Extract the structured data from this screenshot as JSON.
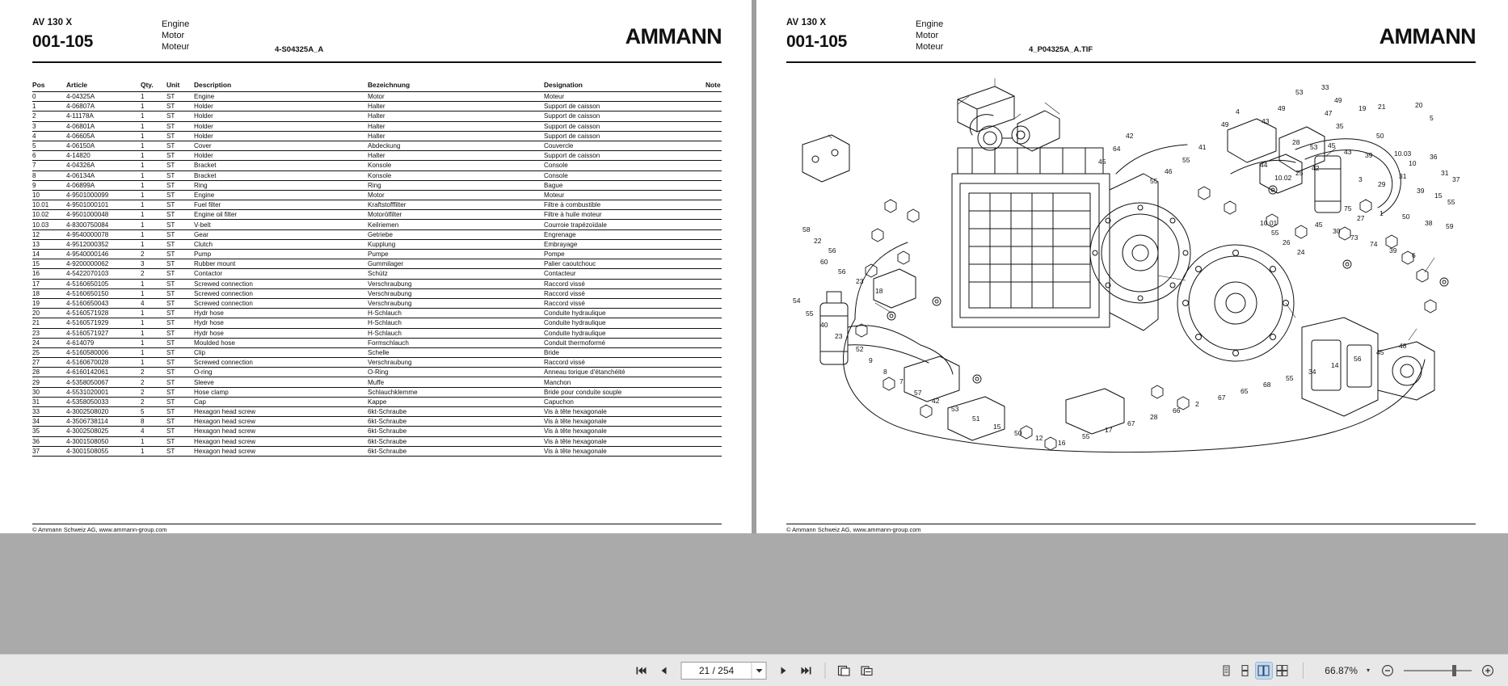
{
  "document": {
    "left_page": {
      "header": {
        "model": "AV 130 X",
        "code": "001-105",
        "subject_en": "Engine",
        "subject_de": "Motor",
        "subject_fr": "Moteur",
        "file_ref": "4-S04325A_A",
        "logo": "AMMANN"
      },
      "table": {
        "headers": [
          "Pos",
          "Article",
          "Qty.",
          "Unit",
          "Description",
          "Bezeichnung",
          "Designation",
          "Note"
        ],
        "rows": [
          [
            "0",
            "4-04325A",
            "1",
            "ST",
            "Engine",
            "Motor",
            "Moteur",
            ""
          ],
          [
            "1",
            "4-06807A",
            "1",
            "ST",
            "Holder",
            "Halter",
            "Support de caisson",
            ""
          ],
          [
            "2",
            "4-11178A",
            "1",
            "ST",
            "Holder",
            "Halter",
            "Support de caisson",
            ""
          ],
          [
            "3",
            "4-06801A",
            "1",
            "ST",
            "Holder",
            "Halter",
            "Support de caisson",
            ""
          ],
          [
            "4",
            "4-06605A",
            "1",
            "ST",
            "Holder",
            "Halter",
            "Support de caisson",
            ""
          ],
          [
            "5",
            "4-06150A",
            "1",
            "ST",
            "Cover",
            "Abdeckung",
            "Couvercle",
            ""
          ],
          [
            "6",
            "4-14820",
            "1",
            "ST",
            "Holder",
            "Halter",
            "Support de caisson",
            ""
          ],
          [
            "7",
            "4-04326A",
            "1",
            "ST",
            "Bracket",
            "Konsole",
            "Console",
            ""
          ],
          [
            "8",
            "4-06134A",
            "1",
            "ST",
            "Bracket",
            "Konsole",
            "Console",
            ""
          ],
          [
            "9",
            "4-06899A",
            "1",
            "ST",
            "Ring",
            "Ring",
            "Bague",
            ""
          ],
          [
            "10",
            "4-9501000099",
            "1",
            "ST",
            "Engine",
            "Motor",
            "Moteur",
            ""
          ],
          [
            "10.01",
            "4-9501000101",
            "1",
            "ST",
            "Fuel filter",
            "Kraftstofffilter",
            "Filtre à combustible",
            ""
          ],
          [
            "10.02",
            "4-9501000048",
            "1",
            "ST",
            "Engine oil filter",
            "Motorölfilter",
            "Filtre à huile moteur",
            ""
          ],
          [
            "10.03",
            "4-8300750084",
            "1",
            "ST",
            "V-belt",
            "Keilriemen",
            "Courroie trapézoïdale",
            ""
          ],
          [
            "12",
            "4-9540000078",
            "1",
            "ST",
            "Gear",
            "Getriebe",
            "Engrenage",
            ""
          ],
          [
            "13",
            "4-9512000352",
            "1",
            "ST",
            "Clutch",
            "Kupplung",
            "Embrayage",
            ""
          ],
          [
            "14",
            "4-9540000146",
            "2",
            "ST",
            "Pump",
            "Pumpe",
            "Pompe",
            ""
          ],
          [
            "15",
            "4-9200000062",
            "3",
            "ST",
            "Rubber mount",
            "Gummilager",
            "Palier caoutchouc",
            ""
          ],
          [
            "16",
            "4-5422070103",
            "2",
            "ST",
            "Contactor",
            "Schütz",
            "Contacteur",
            ""
          ],
          [
            "17",
            "4-5160650105",
            "1",
            "ST",
            "Screwed connection",
            "Verschraubung",
            "Raccord vissé",
            ""
          ],
          [
            "18",
            "4-5160650150",
            "1",
            "ST",
            "Screwed connection",
            "Verschraubung",
            "Raccord vissé",
            ""
          ],
          [
            "19",
            "4-5160650043",
            "4",
            "ST",
            "Screwed connection",
            "Verschraubung",
            "Raccord vissé",
            ""
          ],
          [
            "20",
            "4-5160571928",
            "1",
            "ST",
            "Hydr hose",
            "H-Schlauch",
            "Conduite hydraulique",
            ""
          ],
          [
            "21",
            "4-5160571929",
            "1",
            "ST",
            "Hydr hose",
            "H-Schlauch",
            "Conduite hydraulique",
            ""
          ],
          [
            "23",
            "4-5160571927",
            "1",
            "ST",
            "Hydr hose",
            "H-Schlauch",
            "Conduite hydraulique",
            ""
          ],
          [
            "24",
            "4-614079",
            "1",
            "ST",
            "Moulded hose",
            "Formschlauch",
            "Conduit thermoformé",
            ""
          ],
          [
            "25",
            "4-5160580006",
            "1",
            "ST",
            "Clip",
            "Schelle",
            "Bride",
            ""
          ],
          [
            "27",
            "4-5160670028",
            "1",
            "ST",
            "Screwed connection",
            "Verschraubung",
            "Raccord vissé",
            ""
          ],
          [
            "28",
            "4-6160142061",
            "2",
            "ST",
            "O-ring",
            "O-Ring",
            "Anneau torique d'étanchéité",
            ""
          ],
          [
            "29",
            "4-5358050067",
            "2",
            "ST",
            "Sleeve",
            "Muffe",
            "Manchon",
            ""
          ],
          [
            "30",
            "4-5531020001",
            "2",
            "ST",
            "Hose clamp",
            "Schlauchklemme",
            "Bride pour conduite souple",
            ""
          ],
          [
            "31",
            "4-5358050033",
            "2",
            "ST",
            "Cap",
            "Kappe",
            "Capuchon",
            ""
          ],
          [
            "33",
            "4-3002508020",
            "5",
            "ST",
            "Hexagon head screw",
            "6kt-Schraube",
            "Vis à tête hexagonale",
            ""
          ],
          [
            "34",
            "4-3506738114",
            "8",
            "ST",
            "Hexagon head screw",
            "6kt-Schraube",
            "Vis à tête hexagonale",
            ""
          ],
          [
            "35",
            "4-3002508025",
            "4",
            "ST",
            "Hexagon head screw",
            "6kt-Schraube",
            "Vis à tête hexagonale",
            ""
          ],
          [
            "36",
            "4-3001508050",
            "1",
            "ST",
            "Hexagon head screw",
            "6kt-Schraube",
            "Vis à tête hexagonale",
            ""
          ],
          [
            "37",
            "4-3001508055",
            "1",
            "ST",
            "Hexagon head screw",
            "6kt-Schraube",
            "Vis à tête hexagonale",
            ""
          ]
        ]
      },
      "footer": "© Ammann Schweiz AG, www.ammann-group.com"
    },
    "right_page": {
      "header": {
        "model": "AV 130 X",
        "code": "001-105",
        "subject_en": "Engine",
        "subject_de": "Motor",
        "subject_fr": "Moteur",
        "file_ref": "4_P04325A_A.TIF",
        "logo": "AMMANN"
      },
      "diagram": {
        "title": "exploded-engine-assembly",
        "callouts": [
          "33",
          "49",
          "47",
          "35",
          "19",
          "21",
          "20",
          "5",
          "53",
          "49",
          "43",
          "4",
          "49",
          "28",
          "53",
          "45",
          "43",
          "39",
          "50",
          "10.03",
          "10",
          "36",
          "31",
          "37",
          "44",
          "10.02",
          "25",
          "42",
          "3",
          "29",
          "31",
          "39",
          "15",
          "55",
          "75",
          "27",
          "1",
          "50",
          "38",
          "59",
          "45",
          "30",
          "73",
          "74",
          "39",
          "6",
          "10.01",
          "55",
          "26",
          "24",
          "41",
          "55",
          "46",
          "55",
          "42",
          "64",
          "45",
          "60",
          "56",
          "23",
          "18",
          "58",
          "22",
          "56",
          "54",
          "55",
          "40",
          "23",
          "52",
          "9",
          "8",
          "7",
          "57",
          "42",
          "53",
          "51",
          "15",
          "50",
          "12",
          "16",
          "55",
          "17",
          "67",
          "28",
          "66",
          "2",
          "67",
          "65",
          "68",
          "55",
          "34",
          "14",
          "56",
          "45",
          "48"
        ]
      },
      "footer": "© Ammann Schweiz AG, www.ammann-group.com"
    }
  },
  "toolbar": {
    "first_page_label": "first-page",
    "previous_page_label": "previous-page",
    "page_value": "21 / 254",
    "page_placeholder": "21 / 254",
    "current_page": "21",
    "total_pages": "254",
    "next_page_label": "next-page",
    "last_page_label": "last-page",
    "zoom_value": "66.87%",
    "zoom_out_label": "−",
    "zoom_in_label": "+",
    "view_modes": [
      "single-page",
      "continuous-scroll",
      "two-page-spread",
      "two-page-scroll"
    ],
    "active_view_mode": "two-page-spread"
  },
  "colors": {
    "page_background": "#ffffff",
    "app_background": "#aaaaaa",
    "toolbar_background": "#e8e8e8",
    "text": "#111111",
    "accent_active": "#c4d9ef"
  }
}
